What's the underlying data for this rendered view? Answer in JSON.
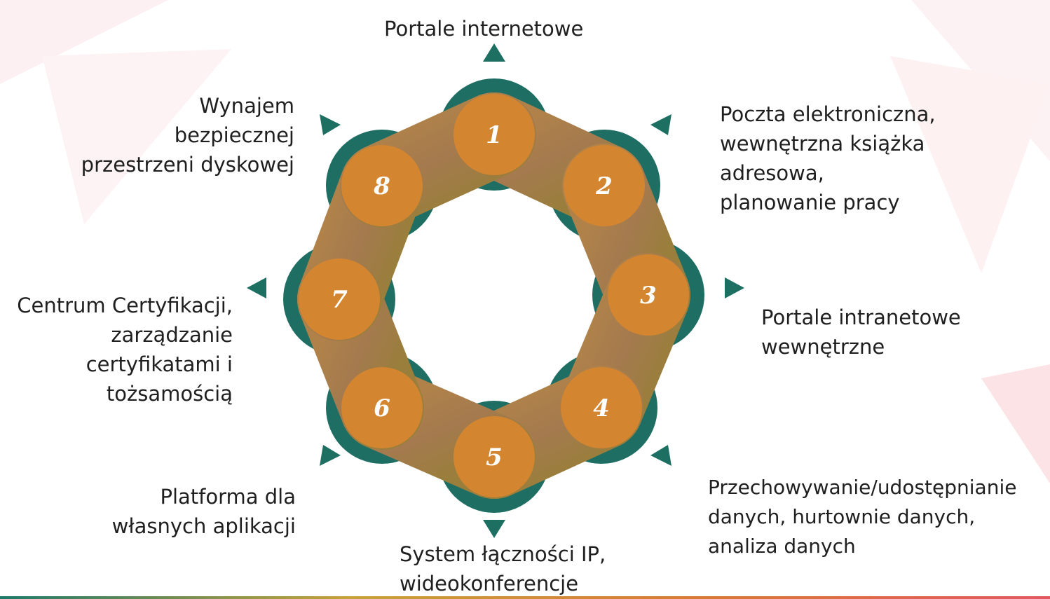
{
  "cycle": {
    "items": [
      {
        "number": "1",
        "label_lines": [
          "Portale internetowe"
        ]
      },
      {
        "number": "2",
        "label_lines": [
          "Poczta elektroniczna,",
          "wewnętrzna książka",
          "adresowa,",
          "planowanie pracy"
        ]
      },
      {
        "number": "3",
        "label_lines": [
          "Portale intranetowe",
          "wewnętrzne"
        ]
      },
      {
        "number": "4",
        "label_lines": [
          "Przechowywanie/udostępnianie",
          "danych, hurtownie danych,",
          "analiza danych"
        ]
      },
      {
        "number": "5",
        "label_lines": [
          "System łączności IP,",
          "wideokonferencje"
        ]
      },
      {
        "number": "6",
        "label_lines": [
          "Platforma dla",
          "własnych aplikacji"
        ]
      },
      {
        "number": "7",
        "label_lines": [
          "Centrum Certyfikacji,",
          "zarządzanie",
          "certyfikatami i",
          "tożsamością"
        ]
      },
      {
        "number": "8",
        "label_lines": [
          "Wynajem",
          "bezpiecznej",
          "przestrzeni dyskowej"
        ]
      }
    ]
  },
  "colors": {
    "teal": "#1f6e63",
    "orange": "#d4852f",
    "link": "#a07a4a",
    "arrow": "#1d6f62"
  }
}
